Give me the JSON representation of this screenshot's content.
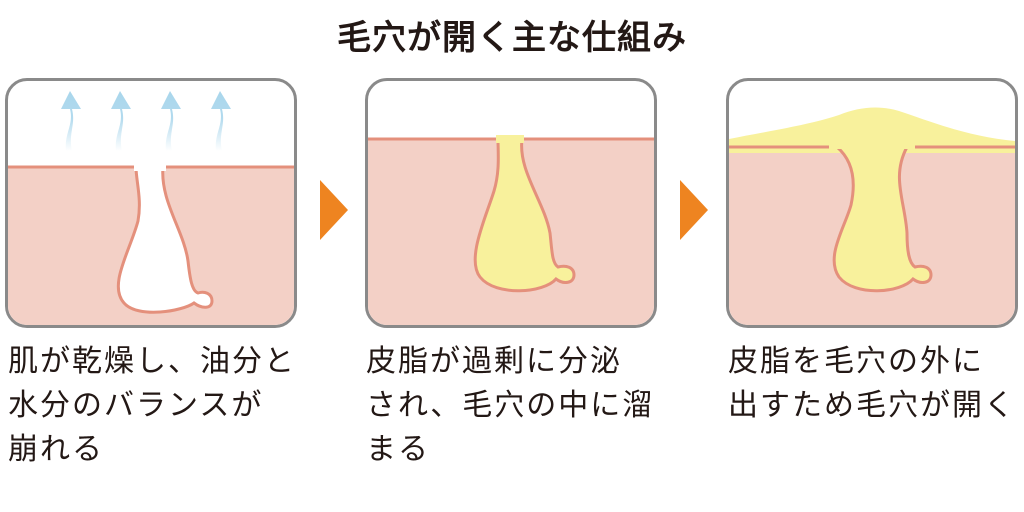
{
  "title": "毛穴が開く主な仕組み",
  "steps": [
    {
      "caption": [
        "肌が乾燥し、油分と",
        "水分のバランスが",
        "崩れる"
      ]
    },
    {
      "caption": [
        "皮脂が過剰に分泌",
        "され、毛穴の中に溜",
        "まる"
      ]
    },
    {
      "caption": [
        "皮脂を毛穴の外に",
        "出すため毛穴が開く"
      ]
    }
  ],
  "colors": {
    "skin": "#f3d0c6",
    "skin_edge": "#e4907c",
    "sebum": "#f8f19c",
    "vapor": "#a9d6ec",
    "step_arrow": "#ee8420",
    "panel_border": "#8a8a8a"
  },
  "icons": [
    "evaporation-arrow-icon",
    "next-step-arrow-icon"
  ]
}
